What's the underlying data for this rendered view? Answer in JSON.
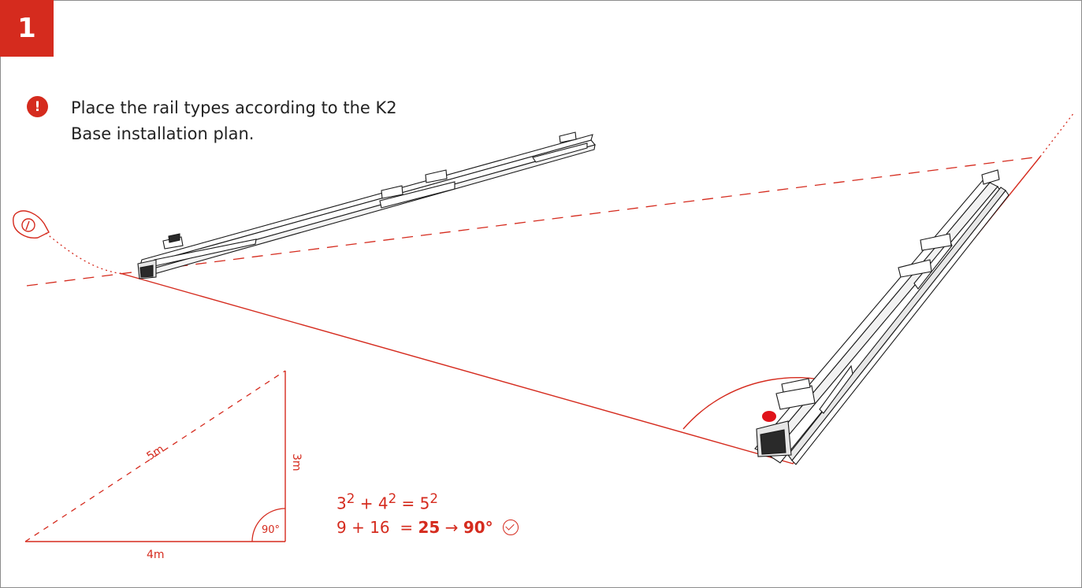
{
  "step": {
    "number": "1"
  },
  "note": {
    "icon": "exclamation-icon",
    "mark": "!",
    "text": "Place the rail types according to the K2 Base installation plan."
  },
  "triangle": {
    "hypotenuse_label": "5m",
    "vertical_label": "3m",
    "base_label": "4m",
    "angle_label": "90°"
  },
  "formula": {
    "line1_a": "3",
    "line1_b": "4",
    "line1_c": "5",
    "exponent": "2",
    "line2_left": "9 + 16  = ",
    "result": "25",
    "arrow": "→",
    "angle": "90°",
    "check_icon": "checkmark-circle-icon"
  },
  "colors": {
    "accent": "#d52b1e",
    "line_art": "#1a1a1a",
    "frame": "#8c8c8c"
  }
}
